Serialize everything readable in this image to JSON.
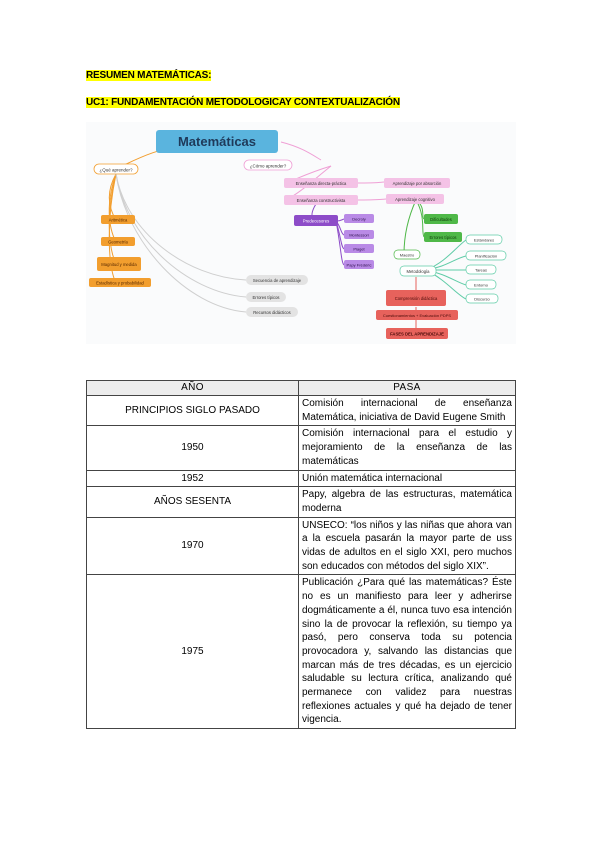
{
  "doc": {
    "title": "RESUMEN MATEMÁTICAS:",
    "subtitle": "UC1: FUNDAMENTACIÓN METODOLOGICAY CONTEXTUALIZACIÓN"
  },
  "mindmap": {
    "root": "Matemáticas",
    "que": "¿Qué aprender?",
    "que_items": [
      "Aritmética",
      "Geometría",
      "Magnitud y medida",
      "Estadística y probabilidad"
    ],
    "como": "¿Cómo aprender?",
    "ens_dir": "Enseñanza directa-práctica",
    "ap_abs": "Aprendizaje por absorción",
    "ens_cons": "Enseñanza constructivista",
    "ap_cog": "Aprendizaje cognitivo",
    "predecesores": "Predecesores",
    "autores": [
      "Decroly",
      "Montessori",
      "Piaget",
      "Papy Frédéric"
    ],
    "dificultades": "Dificultades",
    "errores_tipicos": "Errores típicos",
    "maestro": "Maestro",
    "metodologia": "Metodología",
    "metodo_items": [
      "Estándares",
      "Planificación",
      "Tareas",
      "Entorno",
      "Discurso"
    ],
    "comp": "Comprensión didáctica",
    "cuest": "Cuestionamientos + Evaluación PDPS",
    "fases": "FASES DEL APRENDIZAJE",
    "secuencia": "Secuencia de aprendizaje",
    "errores": "Errores típicos",
    "recursos": "Recursos didácticos"
  },
  "table": {
    "headers": [
      "AÑO",
      "PASA"
    ],
    "rows": [
      {
        "year": "PRINCIPIOS SIGLO PASADO",
        "text": "Comisión internacional de enseñanza Matemática, iniciativa de David Eugene Smith"
      },
      {
        "year": "1950",
        "text": "Comisión internacional para el estudio y mejoramiento de la enseñanza de las matemáticas"
      },
      {
        "year": "1952",
        "text": "Unión matemática internacional"
      },
      {
        "year": "AÑOS SESENTA",
        "text": "Papy, algebra de las estructuras, matemática moderna"
      },
      {
        "year": "1970",
        "text": "UNSECO: “los niños y las niñas que ahora van a la escuela pasarán la mayor parte de uss vidas de adultos en el siglo XXI, pero muchos son educados con métodos del siglo XIX”."
      },
      {
        "year": "1975",
        "text": "Publicación ¿Para qué las matemáticas? Éste no es un manifiesto para leer y adherirse dogmáticamente a él, nunca tuvo esa intención sino la de provocar la reflexión, su tiempo ya pasó, pero conserva toda su potencia provocadora y, salvando las distancias que marcan más de tres décadas, es un ejercicio saludable su lectura crítica, analizando qué permanece con validez para nuestras reflexiones actuales y qué ha dejado de tener vigencia."
      }
    ]
  },
  "colors": {
    "highlight": "#ffff00",
    "root": "#5ab4de",
    "orange": "#f29e2e",
    "pink": "#ef9fd5",
    "purple": "#8d4cc8",
    "green": "#4fb848",
    "teal": "#5fcca7",
    "red": "#e7625c",
    "grey": "#e3e3e3"
  }
}
